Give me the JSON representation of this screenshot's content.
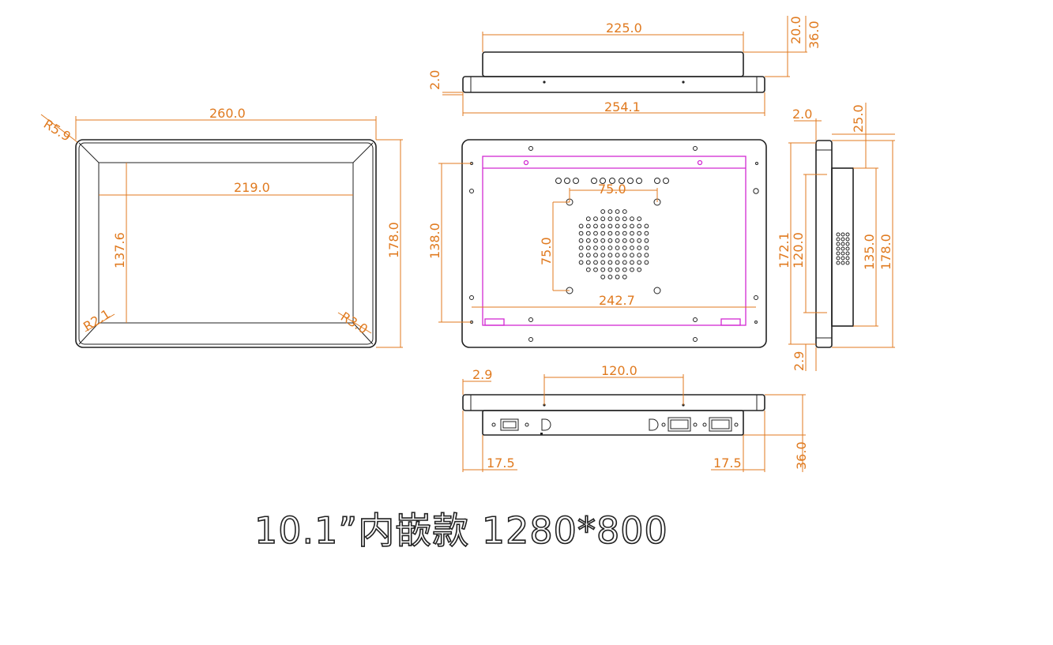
{
  "caption": "10.1”内嵌款  1280*800",
  "dims": {
    "front_width": "260.0",
    "front_radius": "R5.9",
    "screen_width": "219.0",
    "screen_height": "137.6",
    "front_height": "178.0",
    "screen_r_left": "R2.1",
    "screen_r_right": "R3.0",
    "top_inner": "225.0",
    "top_depth1": "20.0",
    "top_depth2": "36.0",
    "top_bezel": "2.0",
    "top_outer": "254.1",
    "back_height": "138.0",
    "vesa_h": "75.0",
    "vesa_v": "75.0",
    "back_width": "242.7",
    "side_bezel": "2.0",
    "side_depth": "25.0",
    "side_h1": "172.1",
    "side_h2": "120.0",
    "side_h3": "135.0",
    "side_h4": "178.0",
    "side_bottom": "2.9",
    "bottom_bezel": "2.9",
    "bottom_span": "120.0",
    "bottom_left": "17.5",
    "bottom_right": "17.5",
    "bottom_depth": "36.0"
  },
  "colors": {
    "dimension": "#e07a1f",
    "outline": "#222222",
    "mount": "#d22ad2"
  }
}
